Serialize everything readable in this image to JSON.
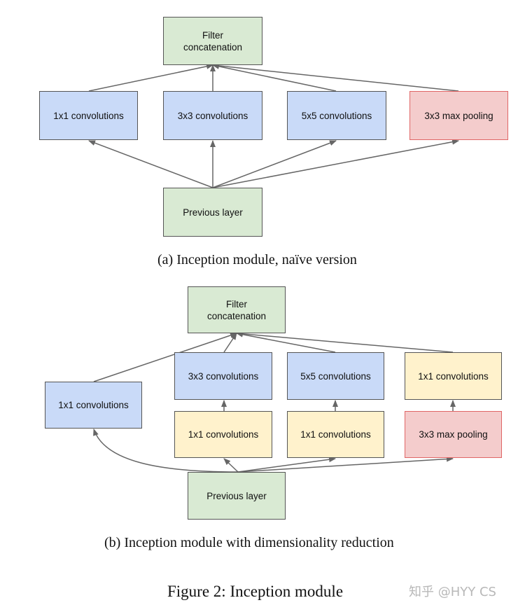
{
  "diagram_a": {
    "filter": "Filter\nconcatenation",
    "conv1": "1x1 convolutions",
    "conv3": "3x3 convolutions",
    "conv5": "5x5 convolutions",
    "pool": "3x3 max pooling",
    "prev": "Previous layer",
    "caption": "(a)  Inception module, naïve version"
  },
  "diagram_b": {
    "filter": "Filter\nconcatenation",
    "conv1_left": "1x1 convolutions",
    "conv3": "3x3 convolutions",
    "conv5": "5x5 convolutions",
    "conv1_pool": "1x1 convolutions",
    "reduce3": "1x1 convolutions",
    "reduce5": "1x1 convolutions",
    "pool": "3x3 max pooling",
    "prev": "Previous layer",
    "caption": "(b)  Inception module with dimensionality reduction"
  },
  "figure_caption": "Figure 2: Inception module",
  "watermark": "知乎 @HYY CS",
  "colors": {
    "green": "#d9ead3",
    "blue": "#c9daf8",
    "red": "#f4cccc",
    "yellow": "#fff2cc",
    "arrow": "#666666"
  }
}
